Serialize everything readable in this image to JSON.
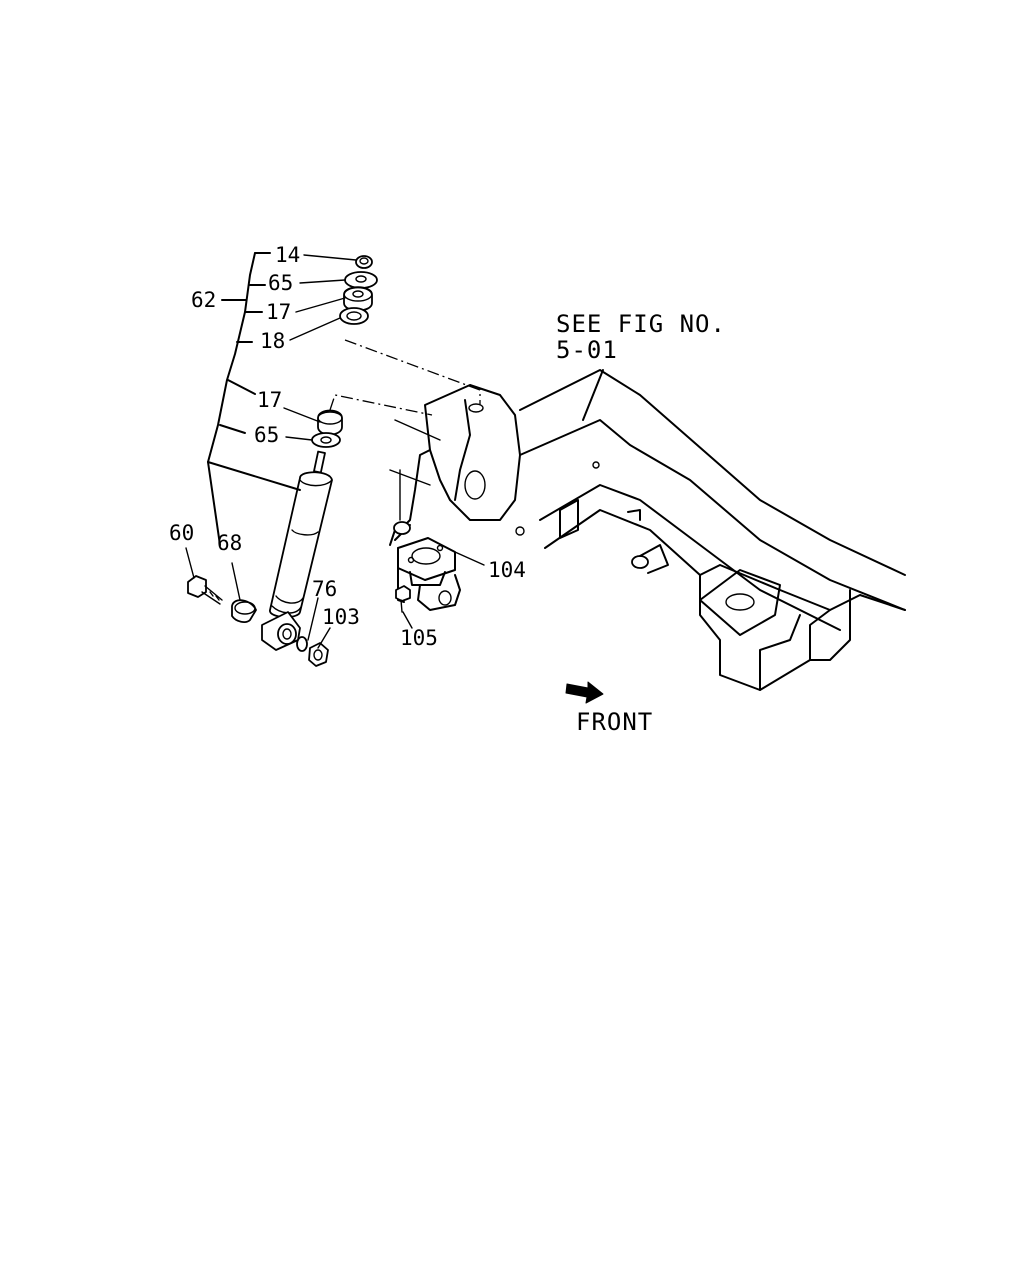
{
  "diagram": {
    "reference_note": [
      "SEE FIG NO.",
      "5-01"
    ],
    "direction_label": "FRONT",
    "callouts": {
      "c14": "14",
      "c65a": "65",
      "c17a": "17",
      "c18": "18",
      "c62": "62",
      "c17b": "17",
      "c65b": "65",
      "c60": "60",
      "c68": "68",
      "c76": "76",
      "c103": "103",
      "c104": "104",
      "c105": "105"
    }
  }
}
